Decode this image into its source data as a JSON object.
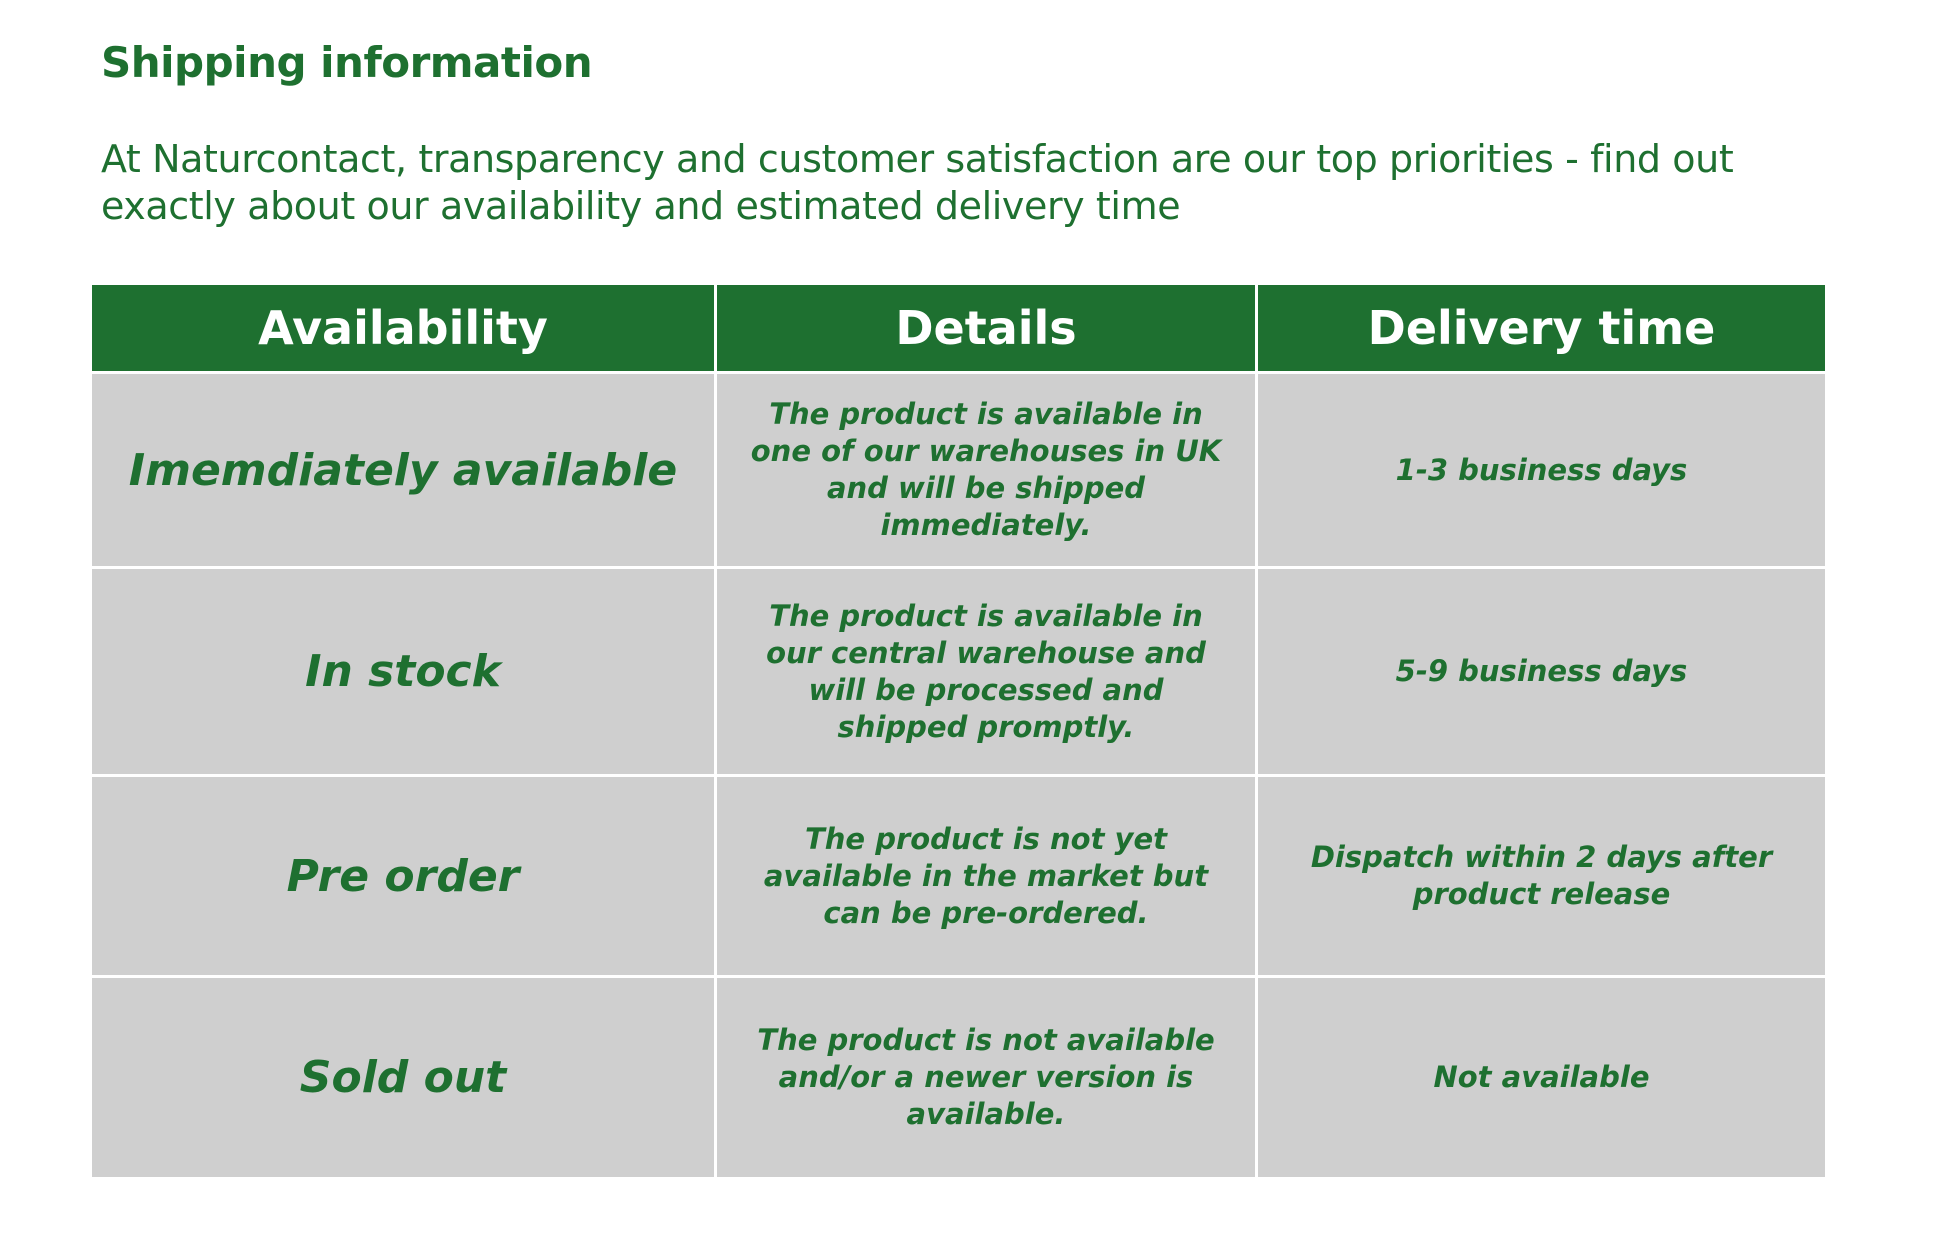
{
  "title": "Shipping information",
  "intro": "At Naturcontact, transparency and customer satisfaction are our top priorities - find out exactly about our availability and estimated delivery time",
  "table": {
    "headers": {
      "availability": "Availability",
      "details": "Details",
      "delivery": "Delivery time"
    },
    "rows": [
      {
        "availability": "Imemdiately available",
        "details": "The product is available in one of our warehouses in UK and will be shipped immediately.",
        "delivery": "1-3 business days"
      },
      {
        "availability": "In stock",
        "details": "The product is available in our central warehouse and will be processed and shipped promptly.",
        "delivery": "5-9 business days"
      },
      {
        "availability": "Pre order",
        "details": "The product is not yet available in the market but can be pre-ordered.",
        "delivery": "Dispatch within 2 days after product release"
      },
      {
        "availability": "Sold out",
        "details": "The product is not available and/or a newer version is available.",
        "delivery": "Not available"
      }
    ]
  },
  "colors": {
    "brand_green": "#1e7030",
    "cell_gray": "#cfcfcf",
    "header_text": "#ffffff"
  }
}
